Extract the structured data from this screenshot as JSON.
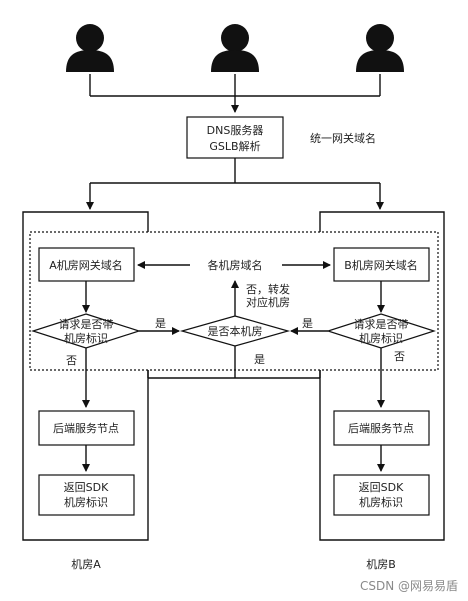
{
  "dns": {
    "line1": "DNS服务器",
    "line2": "GSLB解析"
  },
  "unified_domain_label": "统一网关域名",
  "room_domain_label": "各机房域名",
  "forward_label": {
    "line1": "否，转发",
    "line2": "对应机房"
  },
  "left": {
    "domain_box": "A机房网关域名",
    "decision": {
      "line1": "请求是否带",
      "line2": "机房标识"
    },
    "no_label": "否",
    "backend_box": "后端服务节点",
    "return_box": {
      "line1": "返回SDK",
      "line2": "机房标识"
    },
    "room_label": "机房A"
  },
  "right": {
    "domain_box": "B机房网关域名",
    "decision": {
      "line1": "请求是否带",
      "line2": "机房标识"
    },
    "no_label": "否",
    "backend_box": "后端服务节点",
    "return_box": {
      "line1": "返回SDK",
      "line2": "机房标识"
    },
    "room_label": "机房B"
  },
  "center_decision": "是否本机房",
  "yes_left": "是",
  "yes_right": "是",
  "yes_bottom": "是",
  "watermark": "CSDN @网易易盾",
  "icons": [
    "user-icon",
    "user-icon",
    "user-icon"
  ]
}
